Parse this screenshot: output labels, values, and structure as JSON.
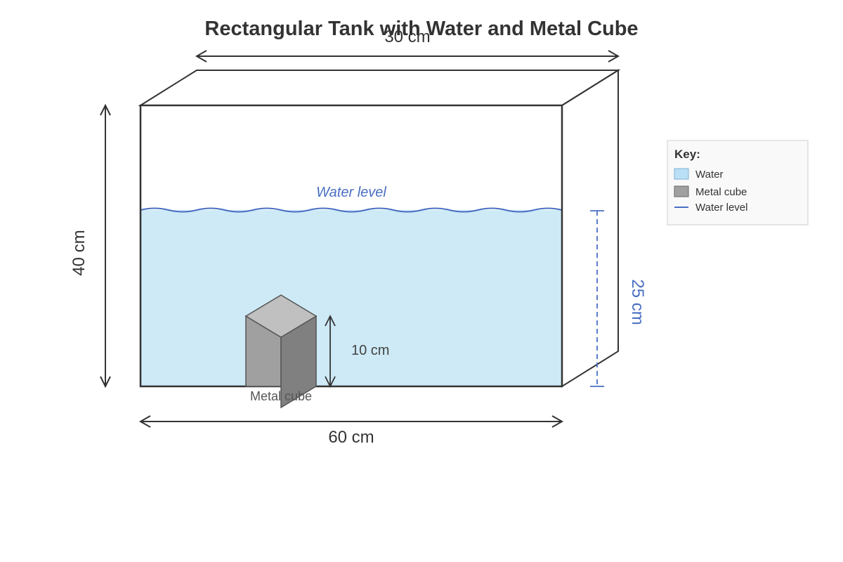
{
  "title": "Rectangular Tank with Water and Metal Cube",
  "dimensions": {
    "depth": "30 cm",
    "height": "40 cm",
    "length": "60 cm",
    "water_height": "25 cm",
    "cube_side": "10 cm"
  },
  "labels": {
    "water_level": "Water level",
    "metal_cube": "Metal cube"
  },
  "legend": {
    "title": "Key:",
    "items": [
      {
        "label": "Water",
        "color": "#b9e0f5"
      },
      {
        "label": "Metal cube",
        "color": "#a0a0a0"
      },
      {
        "label": "Water level",
        "color": "#4a6fc2"
      }
    ]
  },
  "colors": {
    "water_fill": "#cdeaf6",
    "water_line": "#4a6fc2",
    "outline": "#333333",
    "cube_front": "#a0a0a0",
    "cube_side": "#808080",
    "cube_top": "#c0c0c0"
  }
}
